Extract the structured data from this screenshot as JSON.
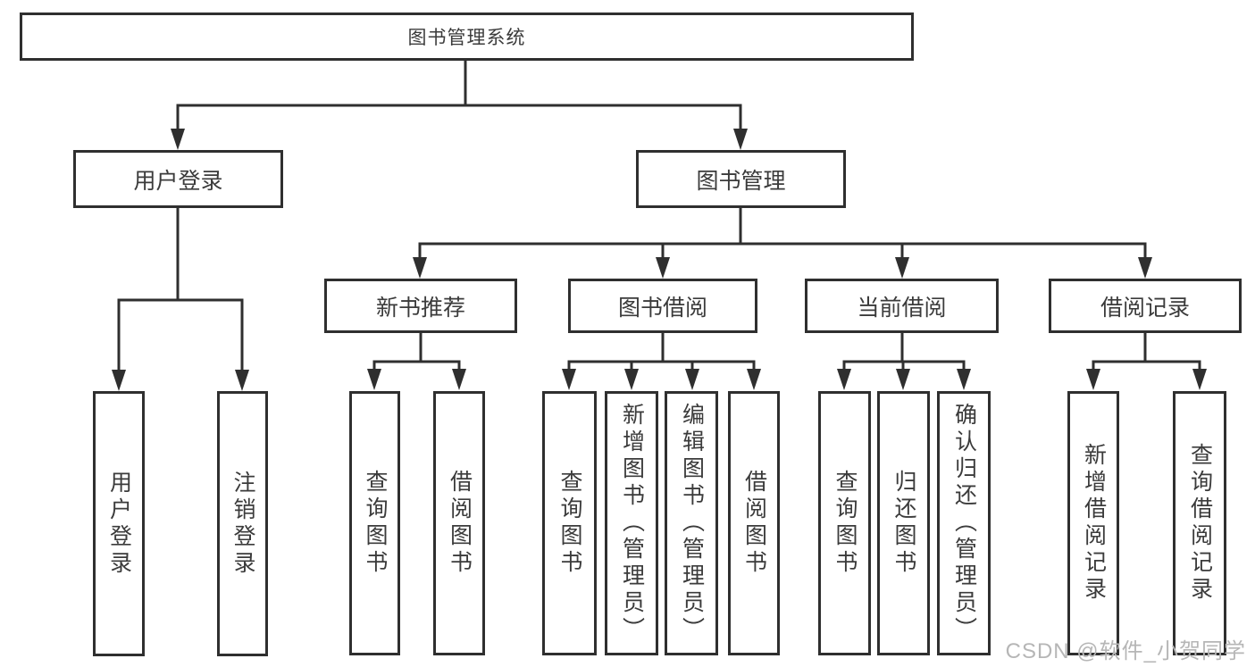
{
  "tree": {
    "label": "图书管理系统",
    "children": [
      {
        "label": "用户登录",
        "children": [
          {
            "label": "用户登录"
          },
          {
            "label": "注销登录"
          }
        ]
      },
      {
        "label": "图书管理",
        "children": [
          {
            "label": "新书推荐",
            "children": [
              {
                "label": "查询图书"
              },
              {
                "label": "借阅图书"
              }
            ]
          },
          {
            "label": "图书借阅",
            "children": [
              {
                "label": "查询图书"
              },
              {
                "label": "新增图书（管理员）"
              },
              {
                "label": "编辑图书（管理员）"
              },
              {
                "label": "借阅图书"
              }
            ]
          },
          {
            "label": "当前借阅",
            "children": [
              {
                "label": "查询图书"
              },
              {
                "label": "归还图书"
              },
              {
                "label": "确认归还（管理员）"
              }
            ]
          },
          {
            "label": "借阅记录",
            "children": [
              {
                "label": "新增借阅记录"
              },
              {
                "label": "查询借阅记录"
              }
            ]
          }
        ]
      }
    ]
  },
  "watermark": "CSDN @软件_小贺同学",
  "colors": {
    "line": "#2f2f2f",
    "box_border": "#2f2f2f",
    "text": "#3b3b3b",
    "watermark": "#b6b6b6",
    "background": "#ffffff"
  }
}
